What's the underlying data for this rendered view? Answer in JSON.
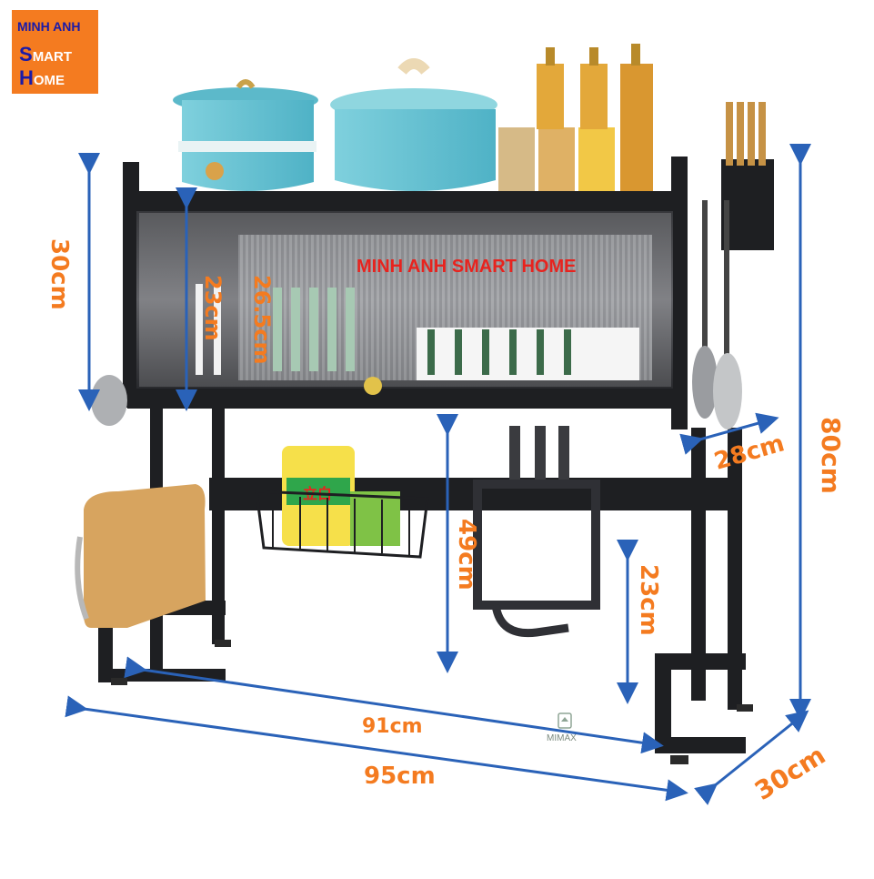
{
  "logo": {
    "line1": "MINH ANH",
    "line2_initial": "S",
    "line2_rest": "MART",
    "line3_initial": "H",
    "line3_rest": "OME"
  },
  "brand_text": "MINH ANH SMART HOME",
  "watermark": "MIMAX",
  "dimensions": {
    "top_height": "30cm",
    "dish_rack_height": "26.5cm",
    "cabinet_inner": "23cm",
    "top_depth": "28cm",
    "total_height": "80cm",
    "under_clearance": "49cm",
    "side_clearance": "23cm",
    "inner_width": "91cm",
    "outer_width": "95cm",
    "base_depth": "30cm"
  },
  "colors": {
    "dimension_text": "#f47b20",
    "dimension_line": "#2a62b8",
    "brand": "#e8231e",
    "logo_bg": "#f47b20",
    "rack": "#1e1f22"
  },
  "bottle_label": "立白"
}
